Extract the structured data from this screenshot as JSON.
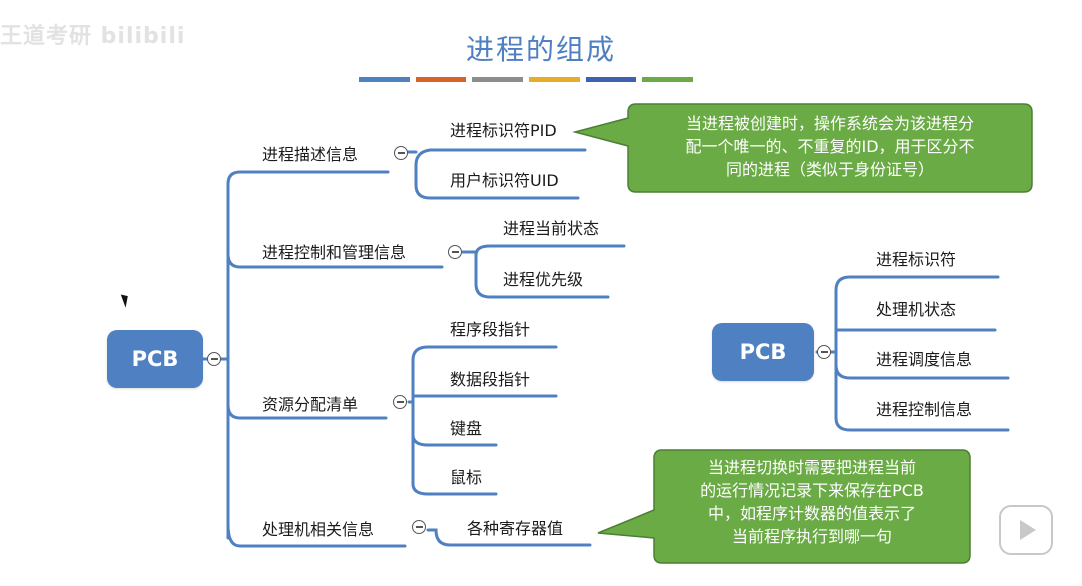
{
  "watermark": "王道考研 bilibili",
  "title": "进程的组成",
  "stripe_colors": [
    "#4f80c2",
    "#d9622b",
    "#8c8c8c",
    "#e8ac27",
    "#3d63ae",
    "#6aab46"
  ],
  "left_tree": {
    "root": "PCB",
    "branches": [
      {
        "label": "进程描述信息",
        "children": [
          "进程标识符PID",
          "用户标识符UID"
        ]
      },
      {
        "label": "进程控制和管理信息",
        "children": [
          "进程当前状态",
          "进程优先级"
        ]
      },
      {
        "label": "资源分配清单",
        "children": [
          "程序段指针",
          "数据段指针",
          "键盘",
          "鼠标"
        ]
      },
      {
        "label": "处理机相关信息",
        "children": [
          "各种寄存器值"
        ]
      }
    ]
  },
  "right_tree": {
    "root": "PCB",
    "children": [
      "进程标识符",
      "处理机状态",
      "进程调度信息",
      "进程控制信息"
    ]
  },
  "callouts": [
    {
      "lines": [
        "当进程被创建时，操作系统会为该进程分",
        "配一个唯一的、不重复的ID，用于区分不",
        "同的进程（类似于身份证号）"
      ]
    },
    {
      "lines": [
        "当进程切换时需要把进程当前",
        "的运行情况记录下来保存在PCB",
        "中，如程序计数器的值表示了",
        "当前程序执行到哪一句"
      ]
    }
  ],
  "colors": {
    "node_blue": "#4f80c2",
    "callout_green": "#6aab46",
    "line_blue": "#4f80c2"
  }
}
